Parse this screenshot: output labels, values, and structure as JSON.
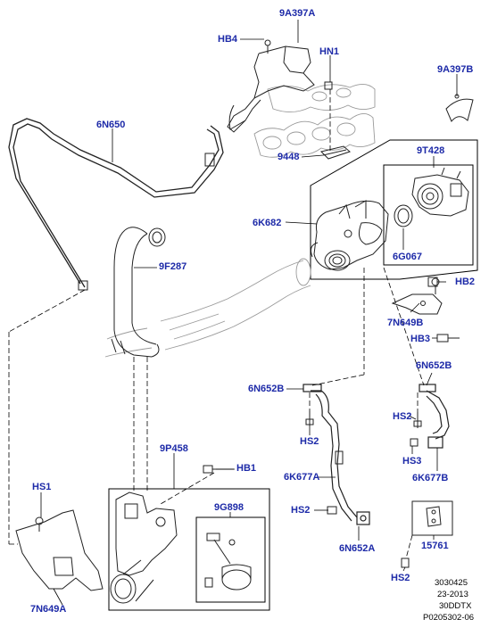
{
  "colors": {
    "label": "#1d2aa8",
    "line": "#000000",
    "part_outline": "#333333",
    "background": "#ffffff"
  },
  "labels": {
    "l_9a397a_top": "9A397A",
    "l_hb4": "HB4",
    "l_hn1": "HN1",
    "l_9a397b": "9A397B",
    "l_6n650": "6N650",
    "l_9448": "9448",
    "l_9t428": "9T428",
    "l_6k682": "6K682",
    "l_6g067": "6G067",
    "l_9f287": "9F287",
    "l_hb2": "HB2",
    "l_7n649b": "7N649B",
    "l_hb3": "HB3",
    "l_6n652b_right": "6N652B",
    "l_6n652b_left": "6N652B",
    "l_hs2_right": "HS2",
    "l_hs2_left": "HS2",
    "l_hs3": "HS3",
    "l_6k677b": "6K677B",
    "l_9p458": "9P458",
    "l_hb1": "HB1",
    "l_6k677a": "6K677A",
    "l_hs1": "HS1",
    "l_9g898": "9G898",
    "l_hs2_lower": "HS2",
    "l_6n652a": "6N652A",
    "l_15761": "15761",
    "l_hs2_bottom": "HS2",
    "l_7n649a": "7N649A"
  },
  "reference": {
    "line1": "3030425",
    "line2": "23-2013",
    "line3": "30DDTX",
    "line4": "P0205302-06"
  }
}
